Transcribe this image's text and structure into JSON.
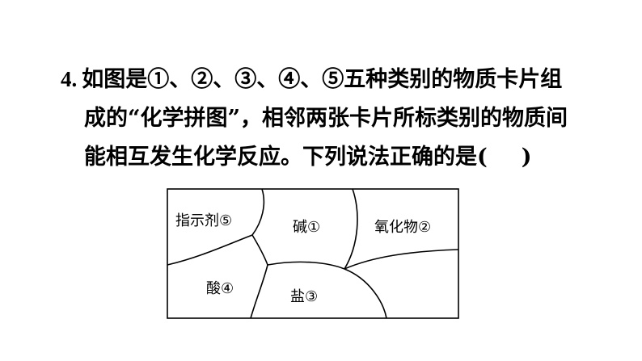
{
  "question": {
    "number": "4.",
    "line1": "如图是①、②、③、④、⑤五种类别的物质卡片组",
    "line2": "成的“化学拼图”，相邻两张卡片所标类别的物质间",
    "line3_text": "能相互发生化学反应。下列说法正确的是(",
    "line3_close": ")"
  },
  "diagram": {
    "cards": {
      "indicator": "指示剂⑤",
      "base": "碱①",
      "oxide": "氧化物②",
      "acid": "酸④",
      "salt": "盐③"
    }
  }
}
